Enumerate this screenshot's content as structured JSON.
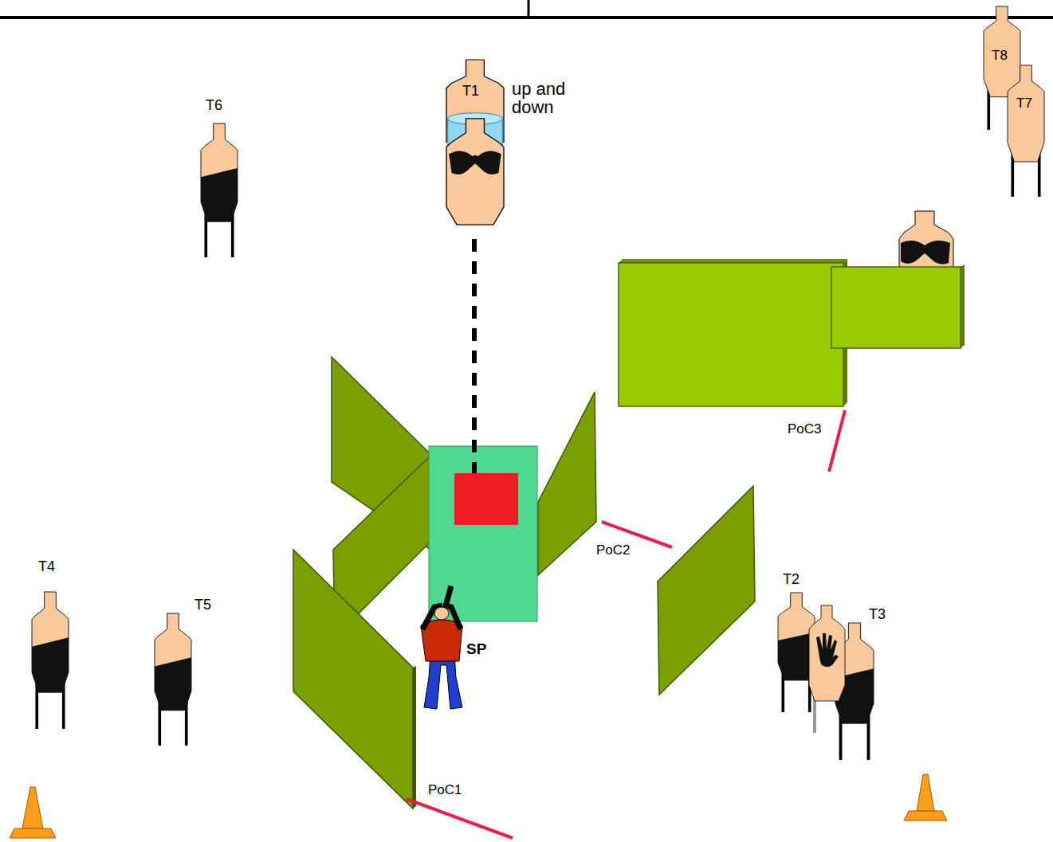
{
  "diagram": {
    "nodes": [
      {
        "text": [
          "T6"
        ]
      },
      {
        "text": [
          "T1"
        ]
      },
      {
        "text": [
          "T8"
        ]
      },
      {
        "text": [
          "T7"
        ]
      },
      {
        "text": [
          "T4"
        ]
      },
      {
        "text": [
          "T5"
        ]
      },
      {
        "text": [
          "T2"
        ]
      },
      {
        "text": [
          "T3"
        ]
      }
    ],
    "labels": [
      "up and down",
      "PoC3",
      "PoC2",
      "SP",
      "PoC1"
    ]
  }
}
